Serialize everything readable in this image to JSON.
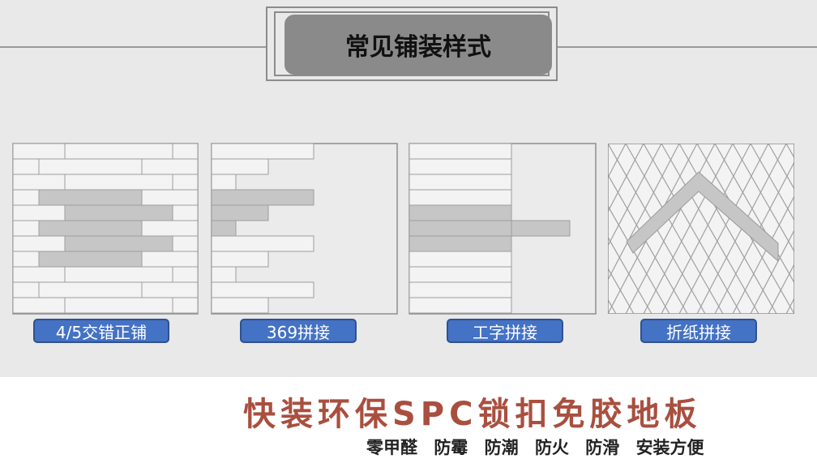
{
  "header": {
    "title": "常见铺装样式"
  },
  "patterns": [
    {
      "label": "4/5交错正铺",
      "icon": "staggered-plank-pattern-icon"
    },
    {
      "label": "369拼接",
      "icon": "369-plank-pattern-icon"
    },
    {
      "label": "工字拼接",
      "icon": "i-shape-plank-pattern-icon"
    },
    {
      "label": "折纸拼接",
      "icon": "herringbone-pattern-icon"
    }
  ],
  "footer": {
    "slogan": "快装环保SPC锁扣免胶地板",
    "features": [
      "零甲醛",
      "防霉",
      "防潮",
      "防火",
      "防滑",
      "安装方便"
    ]
  },
  "colors": {
    "panel_background": "#e9e9e9",
    "plank": "#f3f3f3",
    "plank_highlight": "#c6c6c6",
    "label_background": "#4472c4",
    "slogan": "#a94f3f"
  }
}
